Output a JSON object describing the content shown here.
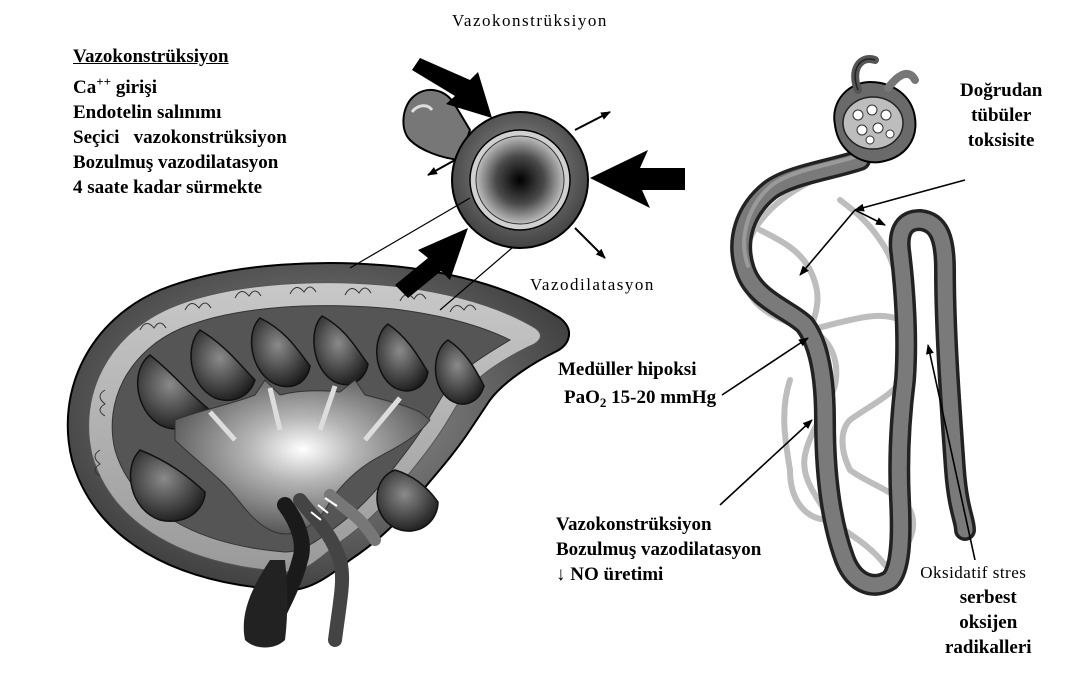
{
  "labels": {
    "top_vasoconstriction": "Vazokonstrüksiyon",
    "vasodilation": "Vazodilatasyon",
    "left_block": {
      "title": "Vazokonstrüksiyon",
      "ca_text": "Ca",
      "ca_superscript": "++",
      "ca_rest": " girişi",
      "lines": [
        "Endotelin salınımı",
        "Seçici   vazokonstrüksiyon",
        "Bozulmuş vazodilatasyon",
        "4 saate kadar sürmekte"
      ]
    },
    "direct_toxicity": [
      "Doğrudan",
      "tübüler",
      "toksisite"
    ],
    "medullary": {
      "line1": "Medüller hipoksi",
      "pao2_main": "PaO",
      "pao2_sub": "2",
      "pao2_rest": " 15-20 mmHg"
    },
    "bottom_block": {
      "line1": "Vazokonstrüksiyon",
      "line2": "Bozulmuş vazodilatasyon",
      "arrow_glyph": "↓",
      "line3": " NO üretimi"
    },
    "oxidative": {
      "line1": "Oksidatif stres",
      "lines": [
        "serbest",
        "oksijen",
        "radikalleri"
      ]
    }
  },
  "colors": {
    "ink": "#000000",
    "dark_gray": "#333333",
    "mid_gray": "#707070",
    "light_gray": "#bdbdbd",
    "pale_gray": "#dadada"
  }
}
